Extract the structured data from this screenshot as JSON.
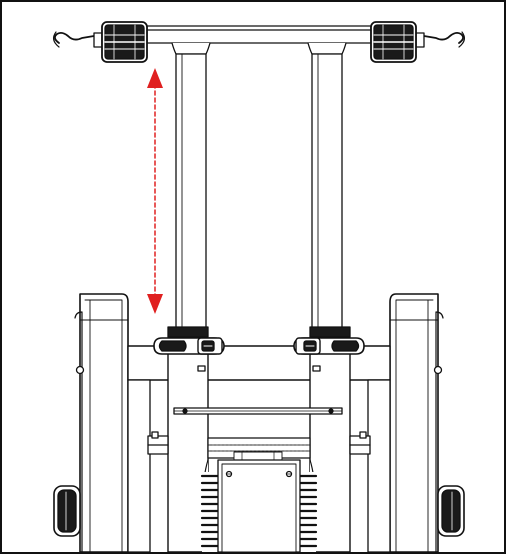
{
  "colors": {
    "line": "#111111",
    "fill": "#ffffff",
    "dark": "#1a1a1a",
    "accent": "#e02020"
  },
  "figure": {
    "annotation": "height-adjustment-double-arrow",
    "handles": [
      "left-handle-grip",
      "right-handle-grip"
    ],
    "wheels": [
      "left-wheel",
      "right-wheel"
    ]
  }
}
